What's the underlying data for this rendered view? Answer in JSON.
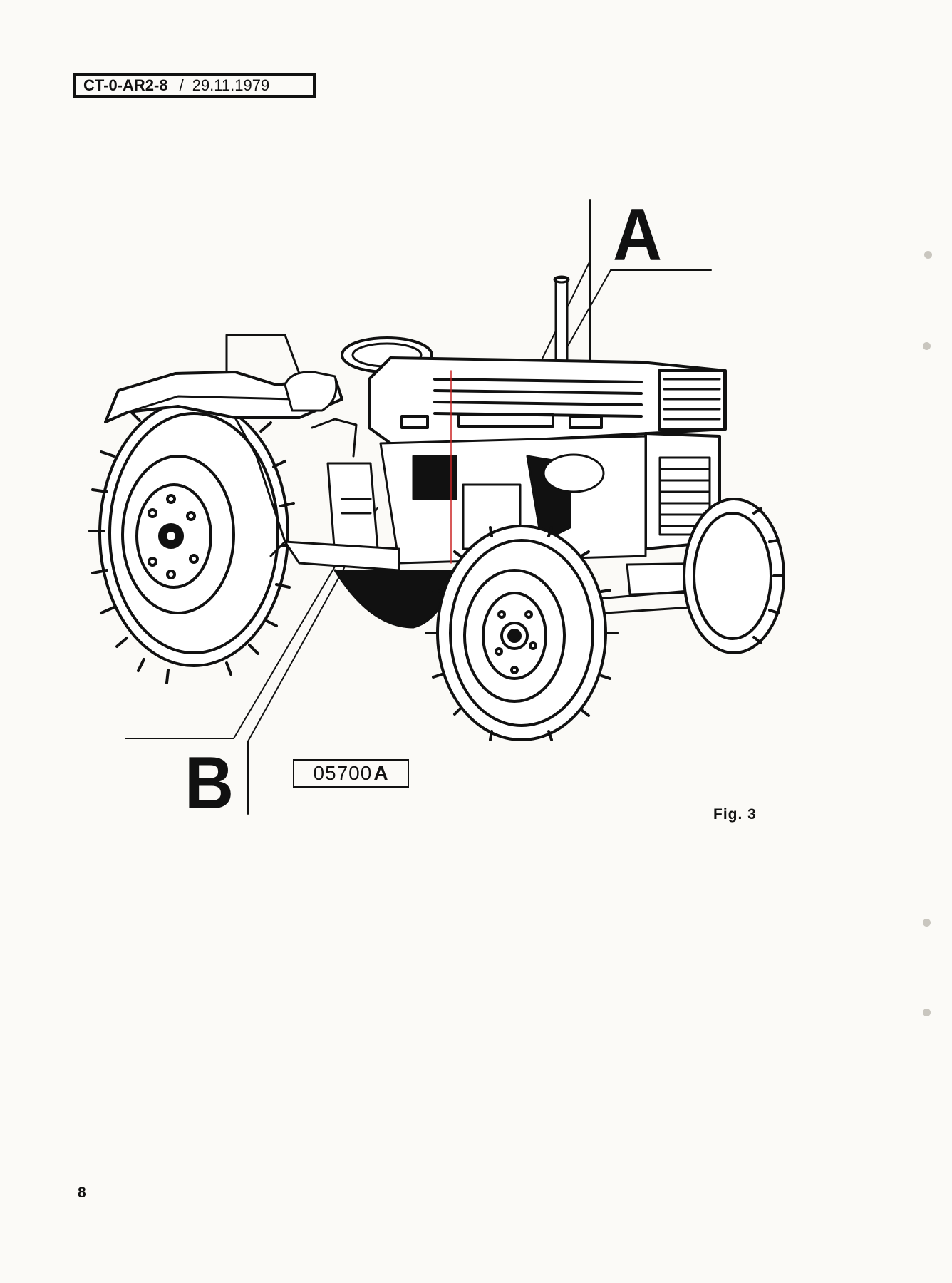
{
  "header": {
    "code": "CT-0-AR2-8",
    "separator": "/",
    "date": "29.11.1979"
  },
  "figure": {
    "callout_a": "A",
    "callout_b": "B",
    "reference_number": "05700",
    "reference_suffix": "A",
    "caption": "Fig. 3"
  },
  "footer": {
    "page_number": "8"
  },
  "icons": {
    "illustration": "tractor-line-drawing-icon"
  }
}
